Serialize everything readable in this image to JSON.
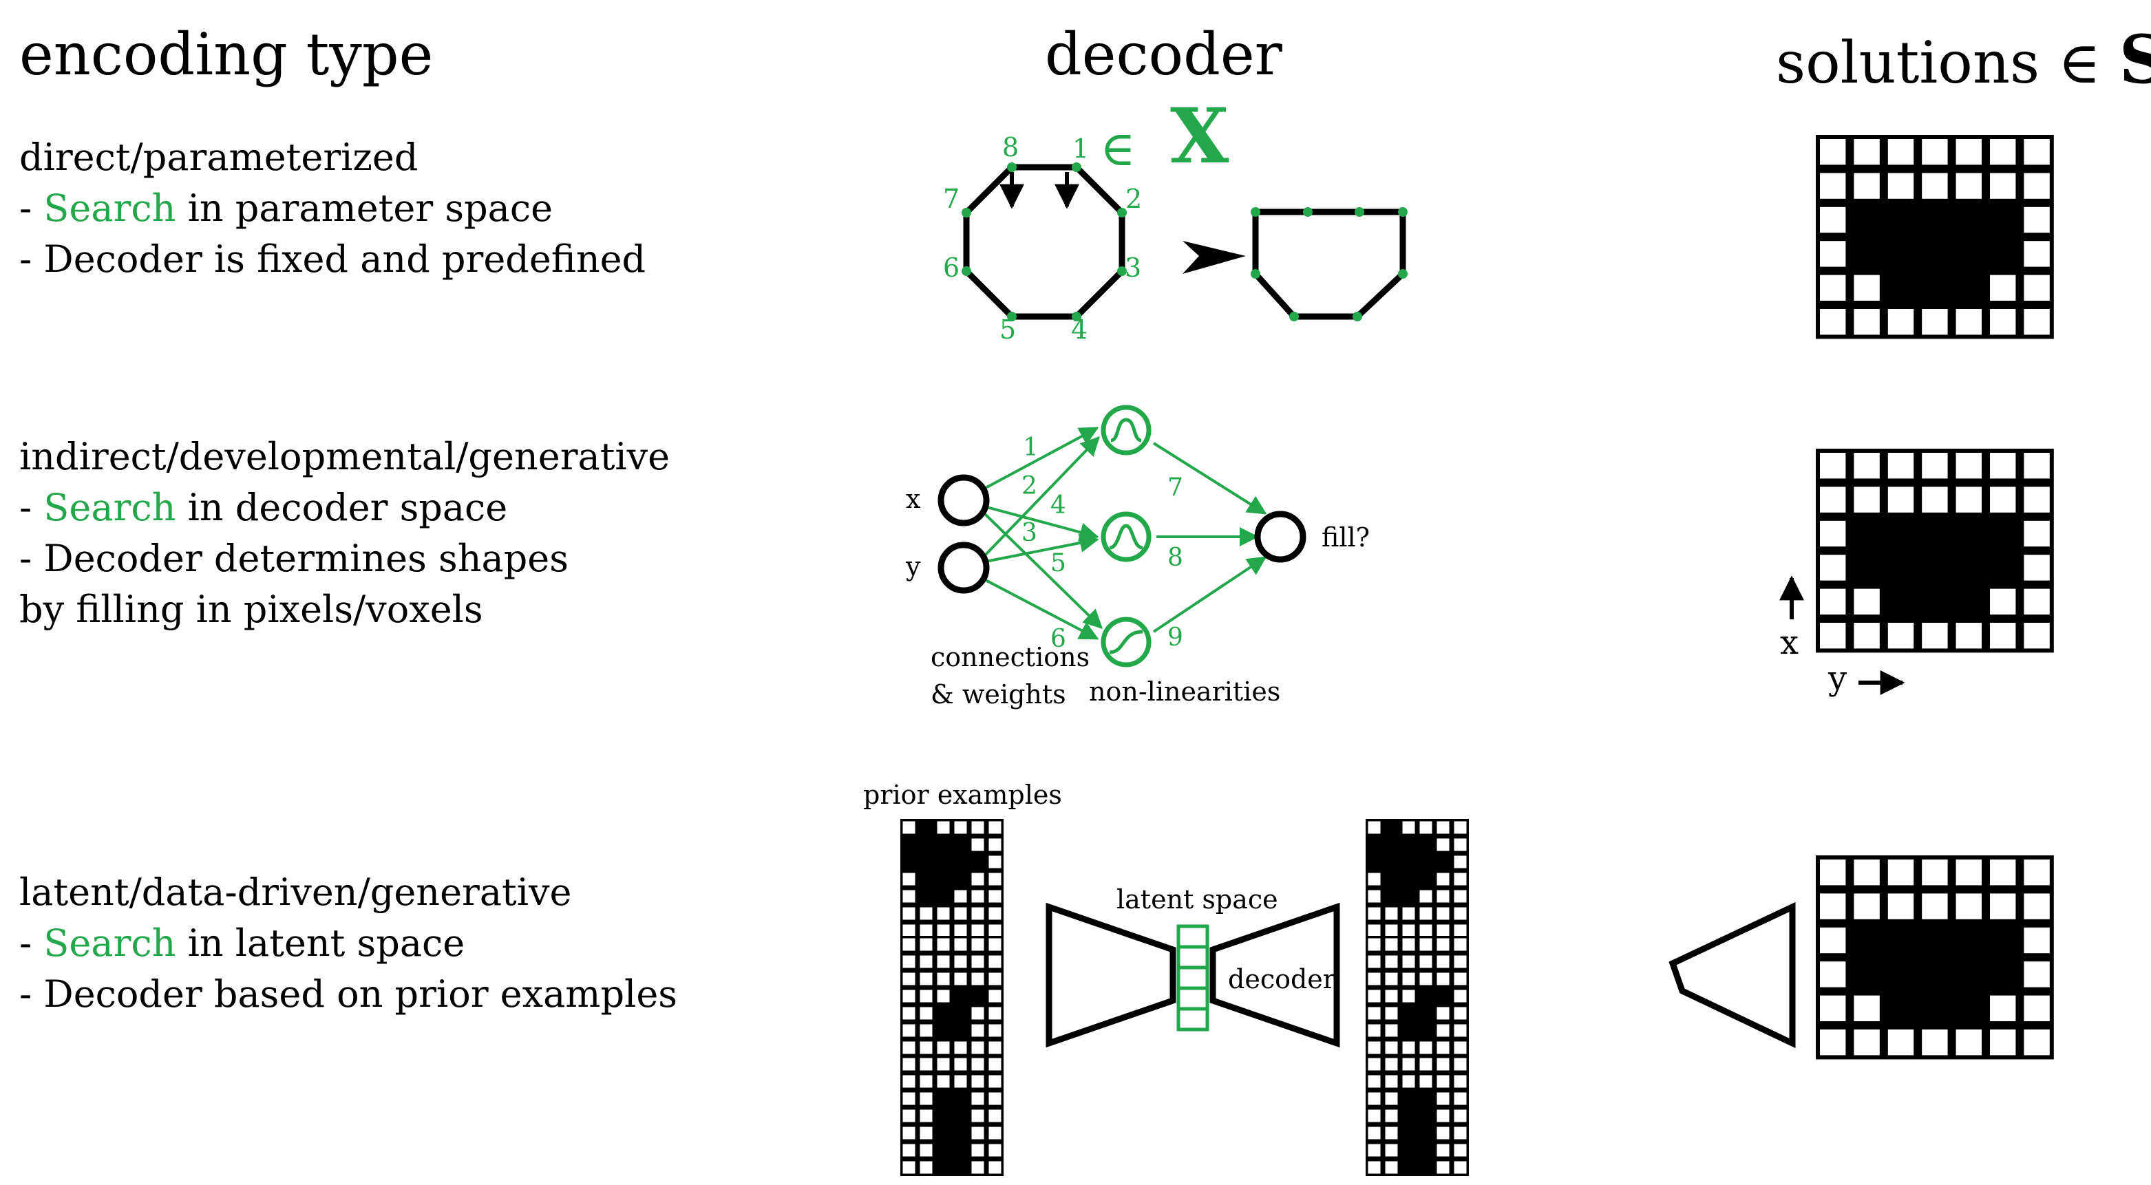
{
  "headers": {
    "encoding": "encoding type",
    "decoder": "decoder",
    "solutions_prefix": "solutions ∈ ",
    "solutions_set": "S"
  },
  "colors": {
    "green": "#22a84a",
    "black": "#000000",
    "white": "#ffffff"
  },
  "rows": {
    "direct": {
      "title": "direct/parameterized",
      "line1_dash": "- ",
      "line1_keyword": "Search",
      "line1_rest": " in parameter space",
      "line2": "- Decoder is fixed and predefined",
      "space_symbol": "∈",
      "space_set": "X",
      "vertex_labels": [
        "1",
        "2",
        "3",
        "4",
        "5",
        "6",
        "7",
        "8"
      ]
    },
    "indirect": {
      "title": "indirect/developmental/generative",
      "line1_dash": "- ",
      "line1_keyword": "Search",
      "line1_rest": " in decoder space",
      "line2": "- Decoder determines shapes",
      "line3": "by filling in pixels/voxels",
      "input_x": "x",
      "input_y": "y",
      "output": "fill?",
      "weights": [
        "1",
        "2",
        "3",
        "4",
        "5",
        "6",
        "7",
        "8",
        "9"
      ],
      "connections_line1": "connections",
      "connections_line2": "& weights",
      "nonlinearities": "non-linearities",
      "axis_x": "x",
      "axis_y": "y"
    },
    "latent": {
      "title": "latent/data-driven/generative",
      "line1_dash": "- ",
      "line1_keyword": "Search",
      "line1_rest": " in latent space",
      "line2": "- Decoder based on prior examples",
      "prior_examples": "prior examples",
      "latent_space": "latent space",
      "decoder": "decoder"
    }
  },
  "solution_grid": {
    "rows": 6,
    "cols": 7,
    "filled": [
      [
        2,
        1
      ],
      [
        2,
        2
      ],
      [
        2,
        3
      ],
      [
        2,
        4
      ],
      [
        2,
        5
      ],
      [
        3,
        1
      ],
      [
        3,
        2
      ],
      [
        3,
        3
      ],
      [
        3,
        4
      ],
      [
        3,
        5
      ],
      [
        4,
        2
      ],
      [
        4,
        3
      ],
      [
        4,
        4
      ]
    ]
  },
  "example_grids": {
    "rows": 7,
    "cols": 6,
    "shapes": [
      [
        [
          0,
          1
        ],
        [
          1,
          1
        ],
        [
          1,
          0
        ],
        [
          1,
          2
        ],
        [
          1,
          3
        ],
        [
          2,
          0
        ],
        [
          2,
          1
        ],
        [
          2,
          2
        ],
        [
          2,
          3
        ],
        [
          2,
          4
        ],
        [
          3,
          1
        ],
        [
          3,
          2
        ],
        [
          3,
          3
        ],
        [
          4,
          1
        ],
        [
          4,
          2
        ]
      ],
      [
        [
          3,
          3
        ],
        [
          3,
          4
        ],
        [
          4,
          2
        ],
        [
          4,
          3
        ],
        [
          5,
          2
        ],
        [
          5,
          3
        ]
      ],
      [
        [
          2,
          2
        ],
        [
          2,
          3
        ],
        [
          3,
          2
        ],
        [
          3,
          3
        ],
        [
          4,
          2
        ],
        [
          4,
          3
        ],
        [
          5,
          2
        ],
        [
          5,
          3
        ],
        [
          6,
          2
        ],
        [
          6,
          3
        ]
      ]
    ]
  }
}
